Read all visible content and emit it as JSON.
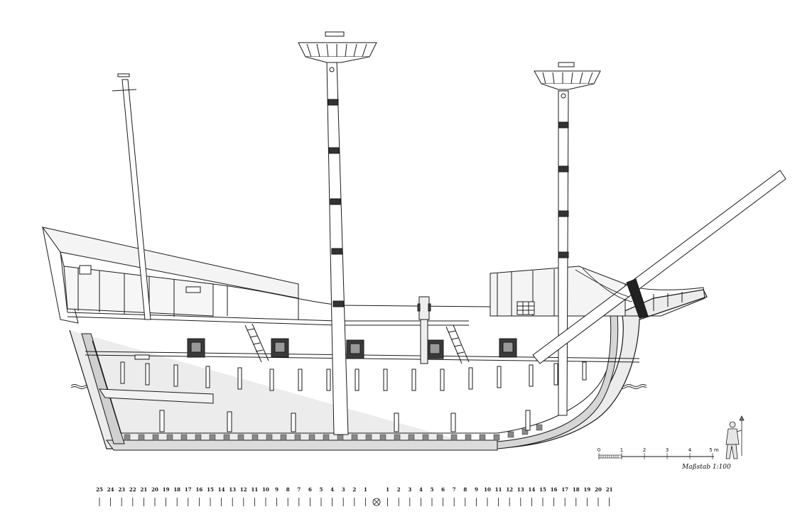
{
  "colors": {
    "line": "#1a1a1a",
    "hull_fill": "#ececec",
    "timber": "#cfcfcf",
    "dark": "#3a3a3a",
    "water": "#222222"
  },
  "scale_bar": {
    "ticks": [
      "0",
      "1",
      "2",
      "3",
      "4",
      "5 m"
    ],
    "title": "Maßstab 1:100"
  },
  "frame_scale": {
    "aft": [
      "25",
      "24",
      "23",
      "22",
      "21",
      "20",
      "19",
      "18",
      "17",
      "16",
      "15",
      "14",
      "13",
      "12",
      "11",
      "10",
      "9",
      "8",
      "7",
      "6",
      "5",
      "4",
      "3",
      "2",
      "1"
    ],
    "center_icon": "midship-frame-icon",
    "fore": [
      "1",
      "2",
      "3",
      "4",
      "5",
      "6",
      "7",
      "8",
      "9",
      "10",
      "11",
      "12",
      "13",
      "14",
      "15",
      "16",
      "17",
      "18",
      "19",
      "20",
      "21"
    ]
  }
}
